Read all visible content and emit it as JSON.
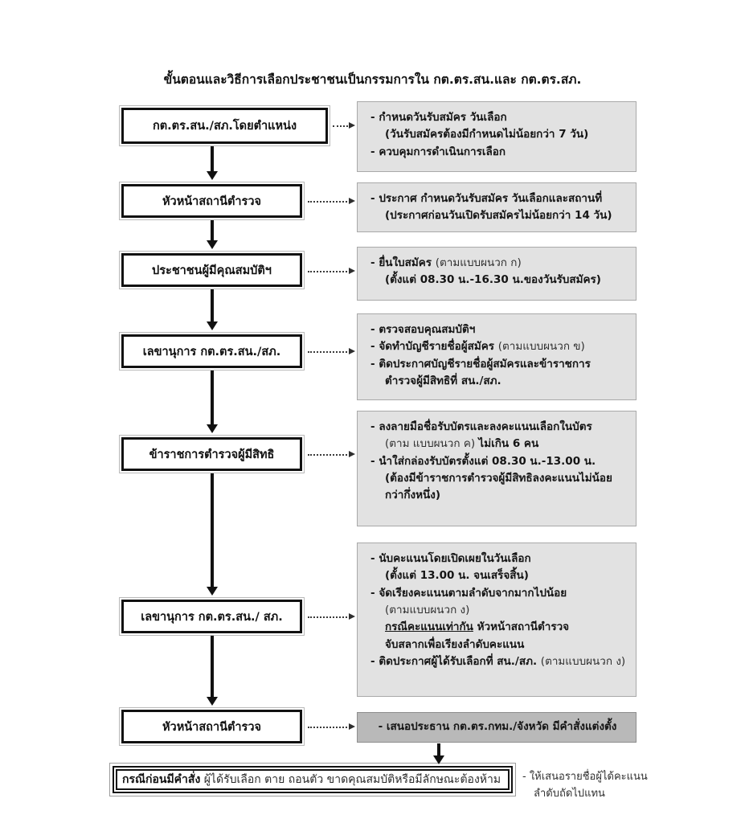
{
  "title": "ขั้นตอนและวิธีการเลือกประชาชนเป็นกรรมการใน กต.ตร.สน.และ กต.ตร.สภ.",
  "colors": {
    "panel_bg": "#e2e2e2",
    "panel_bg_dark": "#b9b9b9",
    "panel_border": "#a9a9a9",
    "node_border": "#111111",
    "node_bg": "#ffffff",
    "connector": "#111111"
  },
  "nodes": [
    {
      "id": "node-1",
      "label": "กต.ตร.สน./สภ.โดยตำแหน่ง"
    },
    {
      "id": "node-2",
      "label": "หัวหน้าสถานีตำรวจ"
    },
    {
      "id": "node-3",
      "label": "ประชาชนผู้มีคุณสมบัติฯ"
    },
    {
      "id": "node-4",
      "label": "เลขานุการ กต.ตร.สน./สภ."
    },
    {
      "id": "node-5",
      "label": "ข้าราชการตำรวจผู้มีสิทธิ"
    },
    {
      "id": "node-6",
      "label": "เลขานุการ กต.ตร.สน./ สภ."
    },
    {
      "id": "node-7",
      "label": "หัวหน้าสถานีตำรวจ"
    }
  ],
  "panels": [
    {
      "id": "panel-1",
      "lines": [
        {
          "bullet": true,
          "text": "กำหนดวันรับสมัคร วันเลือก"
        },
        {
          "bullet": false,
          "text": "(วันรับสมัครต้องมีกำหนดไม่น้อยกว่า 7 วัน)"
        },
        {
          "bullet": true,
          "text": "ควบคุมการดำเนินการเลือก"
        }
      ]
    },
    {
      "id": "panel-2",
      "lines": [
        {
          "bullet": true,
          "text": "ประกาศ กำหนดวันรับสมัคร วันเลือกและสถานที่"
        },
        {
          "bullet": false,
          "text": "(ประกาศก่อนวันเปิดรับสมัครไม่น้อยกว่า 14 วัน)"
        }
      ]
    },
    {
      "id": "panel-3",
      "lines": [
        {
          "bullet": true,
          "text": "ยื่นใบสมัคร ",
          "thin_suffix": "(ตามแบบผนวก ก)"
        },
        {
          "bullet": false,
          "text": "(ตั้งแต่ 08.30 น.-16.30 น.ของวันรับสมัคร)"
        }
      ]
    },
    {
      "id": "panel-4",
      "lines": [
        {
          "bullet": true,
          "text": "ตรวจสอบคุณสมบัติฯ"
        },
        {
          "bullet": true,
          "text": "จัดทำบัญชีรายชื่อผู้สมัคร ",
          "thin_suffix": "(ตามแบบผนวก ข)"
        },
        {
          "bullet": true,
          "text": "ติดประกาศบัญชีรายชื่อผู้สมัครและข้าราชการ"
        },
        {
          "bullet": false,
          "text": "ตำรวจผู้มีสิทธิที่ สน./สภ."
        }
      ]
    },
    {
      "id": "panel-5",
      "lines": [
        {
          "bullet": true,
          "text": "ลงลายมือชื่อรับบัตรและลงคะแนนเลือกในบัตร"
        },
        {
          "bullet": false,
          "thin_prefix": "(ตาม แบบผนวก ค) ",
          "text": "ไม่เกิน 6  คน"
        },
        {
          "bullet": true,
          "text": "นำใส่กล่องรับบัตรตั้งแต่ 08.30 น.-13.00 น."
        },
        {
          "bullet": false,
          "text": "(ต้องมีข้าราชการตำรวจผู้มีสิทธิลงคะแนนไม่น้อย"
        },
        {
          "bullet": false,
          "text": "กว่ากึ่งหนึ่ง)"
        }
      ]
    },
    {
      "id": "panel-6",
      "lines": [
        {
          "bullet": true,
          "text": "นับคะแนนโดยเปิดเผยในวันเลือก"
        },
        {
          "bullet": false,
          "text": "(ตั้งแต่ 13.00 น. จนเสร็จสิ้น)"
        },
        {
          "bullet": true,
          "text": "จัดเรียงคะแนนตามลำดับจากมากไปน้อย"
        },
        {
          "bullet": false,
          "thin": true,
          "text": "(ตามแบบผนวก ง)"
        },
        {
          "bullet": false,
          "underline": "กรณีคะแนนเท่ากัน",
          "text": "   หัวหน้าสถานีตำรวจ"
        },
        {
          "bullet": false,
          "text": "จับสลากเพื่อเรียงลำดับคะแนน"
        },
        {
          "bullet": true,
          "text": "ติดประกาศผู้ได้รับเลือกที่ สน./สภ. ",
          "thin_suffix": "(ตามแบบผนวก ง)"
        }
      ]
    },
    {
      "id": "panel-7",
      "dark": true,
      "lines": [
        {
          "bullet": true,
          "text": "เสนอประธาน กต.ตร.กทม./จังหวัด มีคำสั่งแต่งตั้ง"
        }
      ]
    }
  ],
  "bottom_box": {
    "id": "bottom-box",
    "bold_text": "กรณีก่อนมีคำสั่ง",
    "rest_text": " ผู้ได้รับเลือก ตาย  ถอนตัว  ขาดคุณสมบัติหรือมีลักษณะต้องห้าม"
  },
  "side_note": {
    "line1": "- ให้เสนอรายชื่อผู้ได้คะแนน",
    "line2": "ลำดับถัดไปแทน"
  }
}
